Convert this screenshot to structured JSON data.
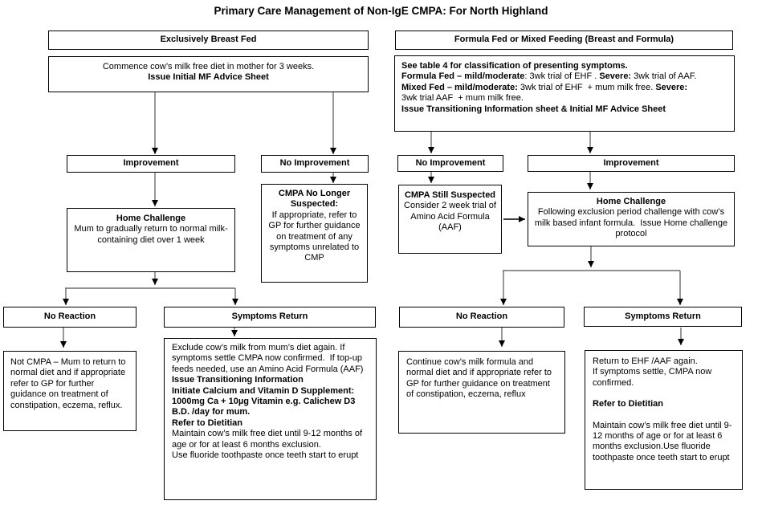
{
  "title": "Primary Care Management of Non-IgE CMPA: For North Highland",
  "colors": {
    "connector": "#6b6b6b",
    "arrowhead": "#000000",
    "box_border": "#000000",
    "background": "#ffffff"
  },
  "left_flow": {
    "header": "Exclusively Breast Fed",
    "commence": {
      "line1": "Commence cow’s milk free diet in mother for 3 weeks.",
      "line2": "Issue Initial MF Advice Sheet"
    },
    "improvement": "Improvement",
    "no_improvement": "No Improvement",
    "home_challenge": {
      "title": "Home Challenge",
      "body": "Mum to gradually return to normal milk-containing diet over 1 week"
    },
    "cmpa_no_longer": {
      "title": "CMPA No Longer Suspected:",
      "body": "If appropriate, refer to GP for further guidance on treatment of any symptoms unrelated to CMP"
    },
    "no_reaction": "No Reaction",
    "symptoms_return": "Symptoms Return",
    "not_cmpa": "Not CMPA – Mum to return to normal diet and if appropriate refer to GP for further guidance on treatment of constipation, eczema, reflux.",
    "exclude": {
      "p1": "Exclude cow’s milk from mum’s diet again. If symptoms settle CMPA now confirmed.  If top-up feeds needed, use an Amino Acid Formula (AAF)",
      "b1": "Issue Transitioning Information",
      "b2": "Initiate Calcium and Vitamin D Supplement: 1000mg Ca + 10µg Vitamin e.g. Calichew D3 B.D. /day for mum.",
      "b3": "Refer to Dietitian",
      "p2": "Maintain cow’s milk free diet until 9-12 months of age or for at least 6 months exclusion.",
      "p3": "Use fluoride toothpaste once teeth start to erupt"
    }
  },
  "right_flow": {
    "header": "Formula Fed or Mixed Feeding (Breast and Formula)",
    "classification": {
      "l1": "See table 4 for classification of presenting symptoms.",
      "l2": {
        "b1": "Formula Fed – mild/moderate",
        "r1": ": 3wk trial of EHF . ",
        "b2": "Severe:",
        "r2": " 3wk trial of AAF."
      },
      "l3": {
        "b1": "Mixed Fed – mild/moderate:",
        "r1": " 3wk trial of EHF  + mum milk free. ",
        "b2": "Severe:"
      },
      "l4": "3wk trial AAF  + mum milk free.",
      "l5": "Issue Transitioning Information sheet & Initial MF Advice Sheet"
    },
    "no_improvement": "No Improvement",
    "improvement": "Improvement",
    "cmpa_still": {
      "title": "CMPA Still Suspected",
      "body": "Consider 2 week trial of Amino Acid Formula (AAF)"
    },
    "home_challenge": {
      "title": "Home Challenge",
      "body": "Following exclusion period challenge with cow’s milk based infant formula.  Issue Home challenge protocol"
    },
    "no_reaction": "No Reaction",
    "symptoms_return": "Symptoms Return",
    "continue_text": "Continue cow’s milk formula and normal diet and if appropriate refer to GP for further guidance on treatment of constipation, eczema, reflux",
    "return_box": {
      "p1": "Return to EHF /AAF again.\nIf symptoms settle, CMPA now confirmed.",
      "b1": "Refer to Dietitian",
      "p2": "Maintain cow’s milk free diet until 9-12 months of age or for at least 6 months exclusion.Use fluoride toothpaste once teeth start to erupt"
    }
  }
}
